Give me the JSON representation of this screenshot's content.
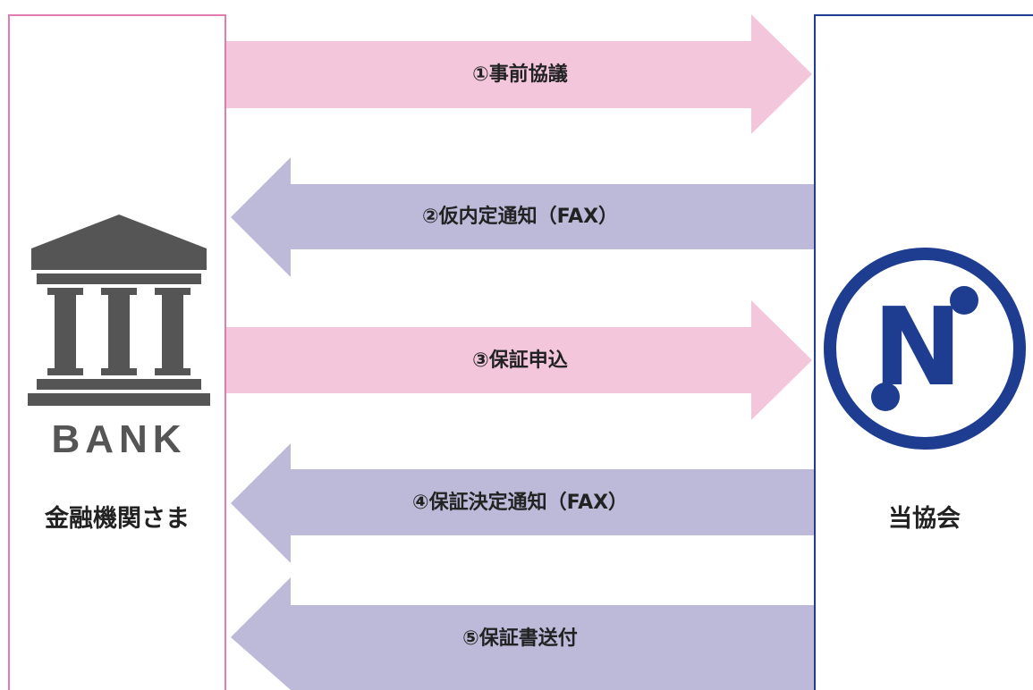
{
  "left_entity": {
    "label": "金融機関さま",
    "icon_text": "BANK",
    "icon": "bank-building-icon"
  },
  "right_entity": {
    "label": "当協会",
    "logo_letter": "N",
    "icon": "association-logo-icon"
  },
  "steps": [
    {
      "label": "①事前協議",
      "direction": "to-right",
      "color": "#f4c6dc"
    },
    {
      "label": "②仮内定通知（FAX）",
      "direction": "to-left",
      "color": "#bcbad8"
    },
    {
      "label": "③保証申込",
      "direction": "to-right",
      "color": "#f4c6dc"
    },
    {
      "label": "④保証決定通知（FAX）",
      "direction": "to-left",
      "color": "#bcbad8"
    },
    {
      "label": "⑤保証書送付",
      "direction": "to-left",
      "color": "#bcbad8"
    }
  ],
  "colors": {
    "bank_border": "#e27bb0",
    "assoc_border": "#1e3d91",
    "bank_icon": "#555555",
    "logo": "#1e3d91"
  }
}
